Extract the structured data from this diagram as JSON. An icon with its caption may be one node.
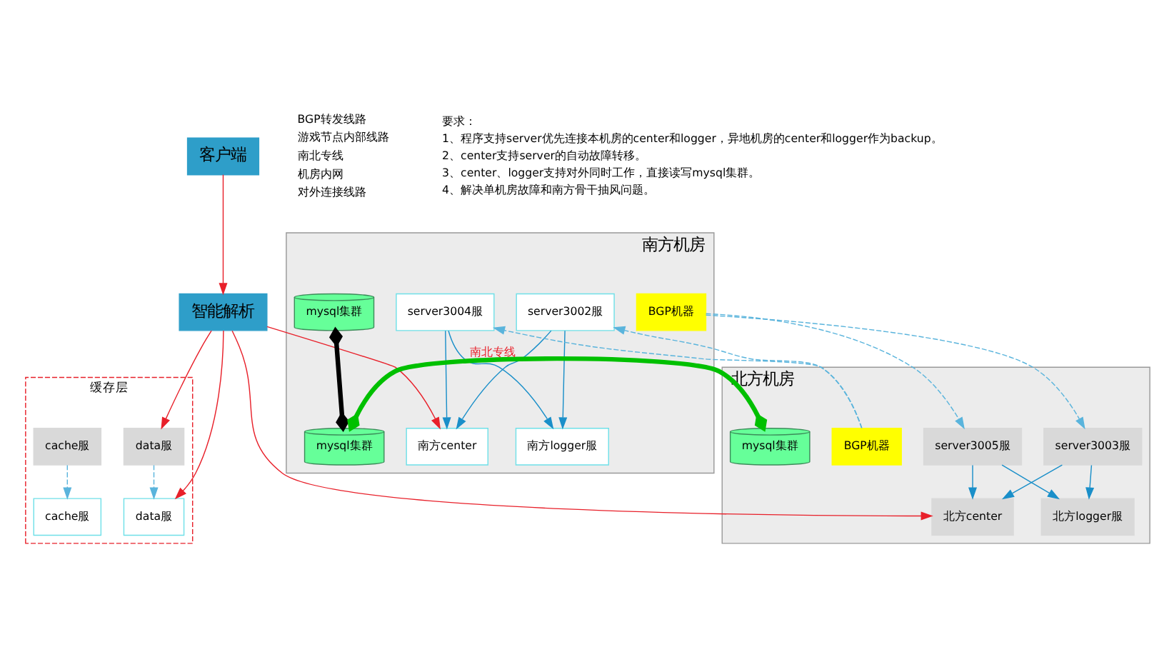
{
  "diagram": {
    "nodes": [
      {
        "text": [
          "客户端"
        ]
      },
      {
        "text": [
          "智能解析"
        ]
      },
      {
        "text": [
          "南方机房"
        ]
      },
      {
        "text": [
          "南方center"
        ],
        "in": 2
      },
      {
        "text": [
          "南方logger服"
        ],
        "in": 2
      },
      {
        "text": [
          "server3002服"
        ],
        "in": 2
      },
      {
        "text": [
          "server3004服"
        ],
        "in": 2
      },
      {
        "text": [
          "BGP机器"
        ],
        "in": 2
      },
      {
        "text": [
          "mysql集群"
        ],
        "in": 2
      },
      {
        "text": [
          "mysql集群"
        ],
        "in": 2
      },
      {
        "text": [
          "北方机房"
        ]
      },
      {
        "text": [
          "北方center"
        ],
        "in": 10
      },
      {
        "text": [
          "北方logger服"
        ],
        "in": 10
      },
      {
        "text": [
          "server3003服"
        ],
        "in": 10
      },
      {
        "text": [
          "server3005服"
        ],
        "in": 10
      },
      {
        "text": [
          "BGP机器"
        ],
        "in": 10
      },
      {
        "text": [
          "mysql集群"
        ],
        "in": 10
      },
      {
        "text": [
          "缓存层"
        ]
      },
      {
        "text": [
          "data服"
        ],
        "in": 17
      },
      {
        "text": [
          "cache服"
        ],
        "in": 17
      },
      {
        "text": [
          "data服"
        ],
        "in": 17
      },
      {
        "text": [
          "cache服"
        ],
        "in": 17
      }
    ],
    "edges": [
      {
        "from": 0,
        "to": 1,
        "arrow": "to",
        "color": "#e8202a"
      },
      {
        "from": 1,
        "to": 3,
        "arrow": "to",
        "color": "#e8202a"
      },
      {
        "from": 1,
        "to": 18,
        "arrow": "to",
        "color": "#e8202a"
      },
      {
        "from": 1,
        "to": 20,
        "arrow": "to",
        "color": "#e8202a"
      },
      {
        "from": 1,
        "to": 11,
        "arrow": "to",
        "color": "#e8202a"
      },
      {
        "from": 5,
        "to": 3,
        "arrow": "to"
      },
      {
        "from": 5,
        "to": 4,
        "arrow": "to"
      },
      {
        "from": 6,
        "to": 3,
        "arrow": "to"
      },
      {
        "from": 6,
        "to": 4,
        "arrow": "to"
      },
      {
        "from": 13,
        "to": 11,
        "arrow": "to"
      },
      {
        "from": 13,
        "to": 12,
        "arrow": "to"
      },
      {
        "from": 14,
        "to": 11,
        "arrow": "to"
      },
      {
        "from": 14,
        "to": 12,
        "arrow": "to"
      },
      {
        "from": 20,
        "to": 18,
        "arrow": "to",
        "style": "dashed",
        "color": "#5ab4dc"
      },
      {
        "from": 21,
        "to": 19,
        "arrow": "to",
        "style": "dashed",
        "color": "#5ab4dc"
      },
      {
        "from": 15,
        "to": 5,
        "arrow": "to",
        "style": "dashed",
        "color": "#5ab4dc"
      },
      {
        "from": 15,
        "to": 6,
        "arrow": "to",
        "style": "dashed",
        "color": "#5ab4dc"
      },
      {
        "from": 7,
        "to": 13,
        "arrow": "to",
        "style": "dashed",
        "color": "#5ab4dc"
      },
      {
        "from": 7,
        "to": 14,
        "arrow": "to",
        "style": "dashed",
        "color": "#5ab4dc"
      },
      {
        "from": 8,
        "to": 9,
        "arrow": "other",
        "style": "thick",
        "color": "#000000"
      },
      {
        "from": 9,
        "to": 16,
        "arrow": "other",
        "label": "南北专线",
        "style": "thick",
        "color": "#00c000"
      }
    ],
    "labels": [
      "要求：",
      "1、程序支持server优先连接本机房的center和logger，异地机房的center和logger作为backup。",
      "2、center支持server的自动故障转移。",
      "3、center、logger支持对外同时工作，直接读写mysql集群。",
      "4、解决单机房故障和南方骨干抽风问题。"
    ],
    "legend": [
      {
        "text": "BGP转发线路"
      },
      {
        "text": "游戏节点内部线路"
      },
      {
        "text": "南北专线"
      },
      {
        "text": "机房内网"
      },
      {
        "text": "对外连接线路"
      }
    ]
  }
}
